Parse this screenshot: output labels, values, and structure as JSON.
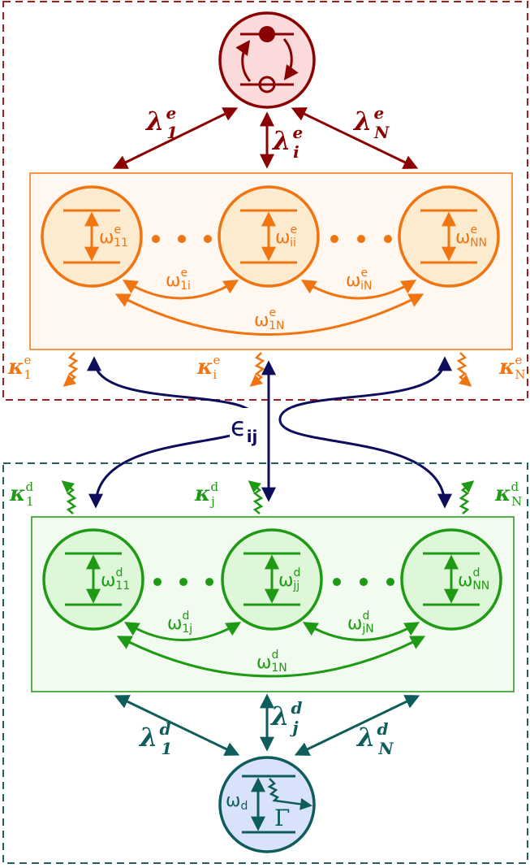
{
  "colors": {
    "emitter": "#8B0000",
    "emitter_fill": "#FADADA",
    "emitter_box": "#A02020",
    "emitter_group": "#F07410",
    "emitter_group_fill": "#FDEBCF",
    "emitter_panel_fill": "#FFF7F0",
    "coupling": "#0D0D5C",
    "detector_box": "#1F6161",
    "detector_group": "#1E9A14",
    "detector_group_fill": "#DDF7D8",
    "detector_panel_fill": "#F1FBEF",
    "detector": "#0E5C5C",
    "detector_fill": "#D8E2FA"
  },
  "emitter_section": {
    "rates": {
      "lambda_1": {
        "sym": "λ",
        "sup": "e",
        "sub": "1"
      },
      "lambda_i": {
        "sym": "λ",
        "sup": "e",
        "sub": "i"
      },
      "lambda_N": {
        "sym": "λ",
        "sup": "e",
        "sub": "N"
      }
    },
    "frequencies": {
      "w11": {
        "sym": "ω",
        "sup": "e",
        "sub": "11"
      },
      "wii": {
        "sym": "ω",
        "sup": "e",
        "sub": "ii"
      },
      "wNN": {
        "sym": "ω",
        "sup": "e",
        "sub": "NN"
      }
    },
    "couplings": {
      "w1i": {
        "sym": "ω",
        "sup": "e",
        "sub": "1i"
      },
      "wiN": {
        "sym": "ω",
        "sup": "e",
        "sub": "iN"
      },
      "w1N": {
        "sym": "ω",
        "sup": "e",
        "sub": "1N"
      }
    },
    "losses": {
      "k1": {
        "sym": "κ",
        "sup": "e",
        "sub": "1"
      },
      "ki": {
        "sym": "κ",
        "sup": "e",
        "sub": "i"
      },
      "kN": {
        "sym": "κ",
        "sup": "e",
        "sub": "N"
      }
    }
  },
  "interaction": {
    "sym": "ϵ",
    "sub": "ij"
  },
  "detector_section": {
    "losses": {
      "k1": {
        "sym": "κ",
        "sup": "d",
        "sub": "1"
      },
      "kj": {
        "sym": "κ",
        "sup": "d",
        "sub": "j"
      },
      "kN": {
        "sym": "κ",
        "sup": "d",
        "sub": "N"
      }
    },
    "frequencies": {
      "w11": {
        "sym": "ω",
        "sup": "d",
        "sub": "11"
      },
      "wjj": {
        "sym": "ω",
        "sup": "d",
        "sub": "jj"
      },
      "wNN": {
        "sym": "ω",
        "sup": "d",
        "sub": "NN"
      }
    },
    "couplings": {
      "w1j": {
        "sym": "ω",
        "sup": "d",
        "sub": "1j"
      },
      "wjN": {
        "sym": "ω",
        "sup": "d",
        "sub": "jN"
      },
      "w1N": {
        "sym": "ω",
        "sup": "d",
        "sub": "1N"
      }
    },
    "rates": {
      "lambda_1": {
        "sym": "λ",
        "sup": "d",
        "sub": "1"
      },
      "lambda_j": {
        "sym": "λ",
        "sup": "d",
        "sub": "j"
      },
      "lambda_N": {
        "sym": "λ",
        "sup": "d",
        "sub": "N"
      }
    },
    "detector": {
      "omega": "ω",
      "omega_sub": "d",
      "gamma": "Γ"
    }
  }
}
